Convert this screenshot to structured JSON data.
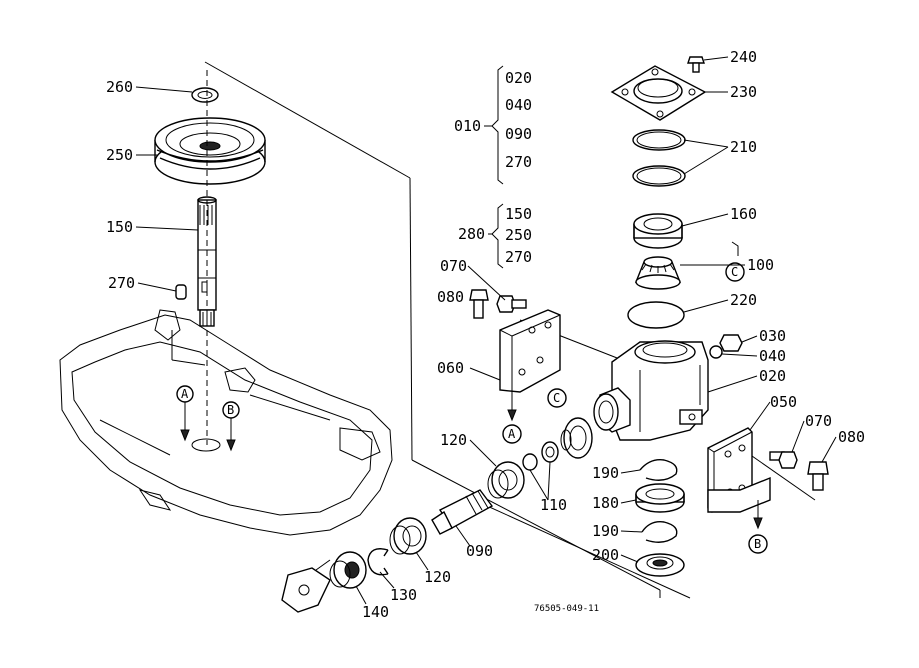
{
  "parts": {
    "p260": "260",
    "p250": "250",
    "p150": "150",
    "p270": "270",
    "p010": "010",
    "p020a": "020",
    "p040a": "040",
    "p090a": "090",
    "p270a": "270",
    "p280": "280",
    "p150b": "150",
    "p250b": "250",
    "p270b": "270",
    "p240": "240",
    "p230": "230",
    "p210": "210",
    "p160": "160",
    "p100": "100",
    "p220": "220",
    "p070a": "070",
    "p080a": "080",
    "p060": "060",
    "p030": "030",
    "p040": "040",
    "p020": "020",
    "p050": "050",
    "p070b": "070",
    "p080b": "080",
    "p120a": "120",
    "p110": "110",
    "p190a": "190",
    "p180": "180",
    "p190b": "190",
    "p200": "200",
    "p090": "090",
    "p120b": "120",
    "p130": "130",
    "p140": "140"
  },
  "markers": {
    "a1": "A",
    "b1": "B",
    "a2": "A",
    "c1": "C",
    "c2": "C",
    "b2": "B"
  },
  "drawing_ref": "76505-049-11"
}
